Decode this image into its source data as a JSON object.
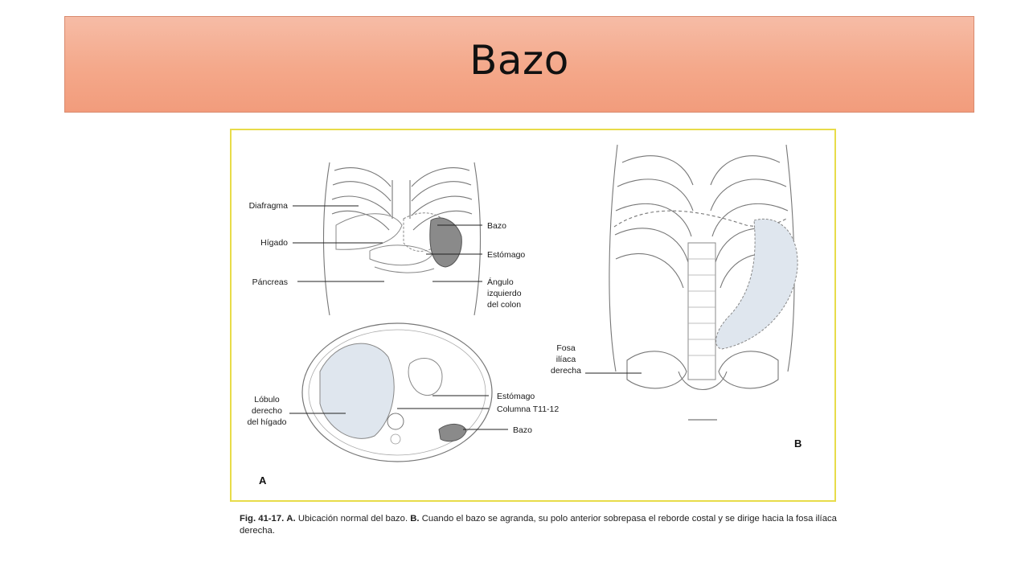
{
  "slide": {
    "title": "Bazo"
  },
  "figure": {
    "panel_a_letter": "A",
    "panel_b_letter": "B",
    "labels_a_top": {
      "diafragma": "Diafragma",
      "higado": "Hígado",
      "pancreas": "Páncreas",
      "bazo": "Bazo",
      "estomago": "Estómago",
      "angulo_1": "Ángulo",
      "angulo_2": "izquierdo",
      "angulo_3": "del colon"
    },
    "labels_a_bottom": {
      "lobulo_1": "Lóbulo",
      "lobulo_2": "derecho",
      "lobulo_3": "del hígado",
      "estomago": "Estómago",
      "columna": "Columna T11-12",
      "bazo": "Bazo"
    },
    "labels_b": {
      "fosa_1": "Fosa",
      "fosa_2": "ilíaca",
      "fosa_3": "derecha"
    }
  },
  "caption": {
    "fig_number": "Fig. 41-17.",
    "part_a_letter": "A.",
    "part_a_text": " Ubicación normal del bazo. ",
    "part_b_letter": "B.",
    "part_b_text": " Cuando el bazo se agranda, su polo anterior sobrepasa el reborde costal y se dirige hacia la fosa ilíaca derecha."
  },
  "colors": {
    "banner_fill": "#f4a88a",
    "frame_border": "#e8dc4a",
    "spleen_fill": "#8a8a8a",
    "enlarged_spleen_fill": "#dfe6ee"
  }
}
